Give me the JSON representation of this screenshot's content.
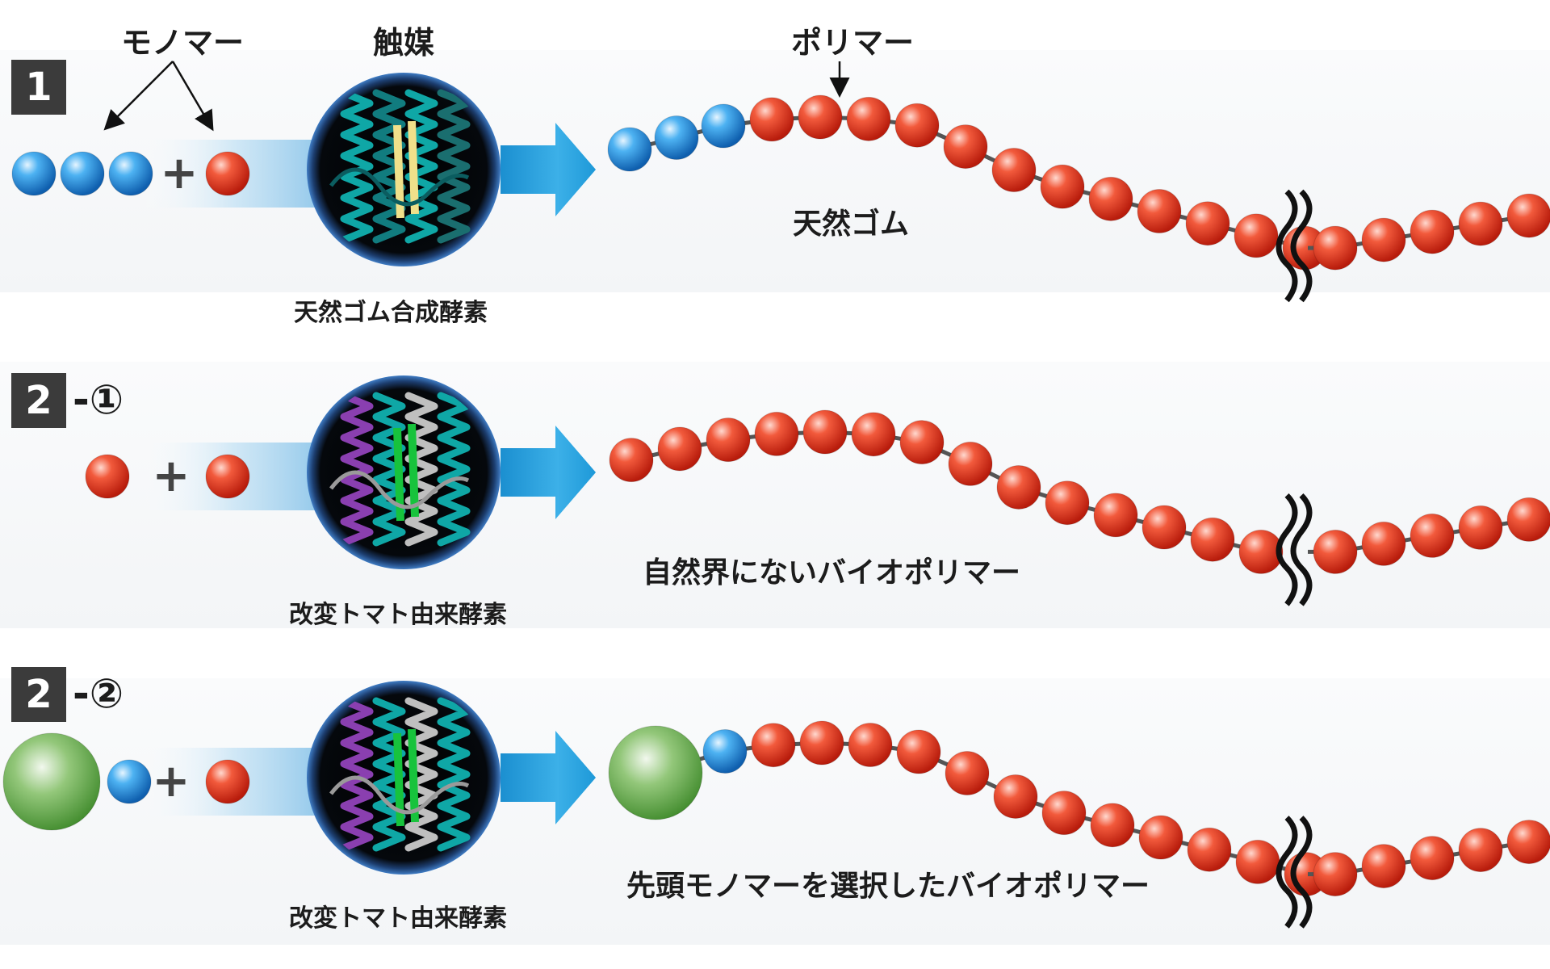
{
  "header": {
    "monomer_label": "モノマー",
    "catalyst_label": "触媒",
    "polymer_label": "ポリマー"
  },
  "panels": [
    {
      "step": "1",
      "step_sub": "",
      "enzyme_label": "天然ゴム合成酵素",
      "product_label": "天然ゴム",
      "plus": "+",
      "enzyme_style": "teal-yellow",
      "start_monomers": "3 blue + 1 red",
      "chain": "3 blue + red chain"
    },
    {
      "step": "2",
      "step_sub": "-①",
      "enzyme_label": "改変トマト由来酵素",
      "product_label": "自然界にないバイオポリマー",
      "plus": "+",
      "enzyme_style": "purple-green-grey",
      "start_monomers": "1 red + 1 red",
      "chain": "red chain"
    },
    {
      "step": "2",
      "step_sub": "-②",
      "enzyme_label": "改変トマト由来酵素",
      "product_label": "先頭モノマーを選択したバイオポリマー",
      "plus": "+",
      "enzyme_style": "purple-green-grey",
      "start_monomers": "green large + 1 blue + 1 red",
      "chain": "green + 1 blue + red chain"
    }
  ],
  "colors": {
    "blue_monomer": "#1f8ae0",
    "red_monomer": "#e8341f",
    "green_monomer": "#5fa843",
    "arrow": "#2aa3dc",
    "badge": "#3b3b3b"
  }
}
